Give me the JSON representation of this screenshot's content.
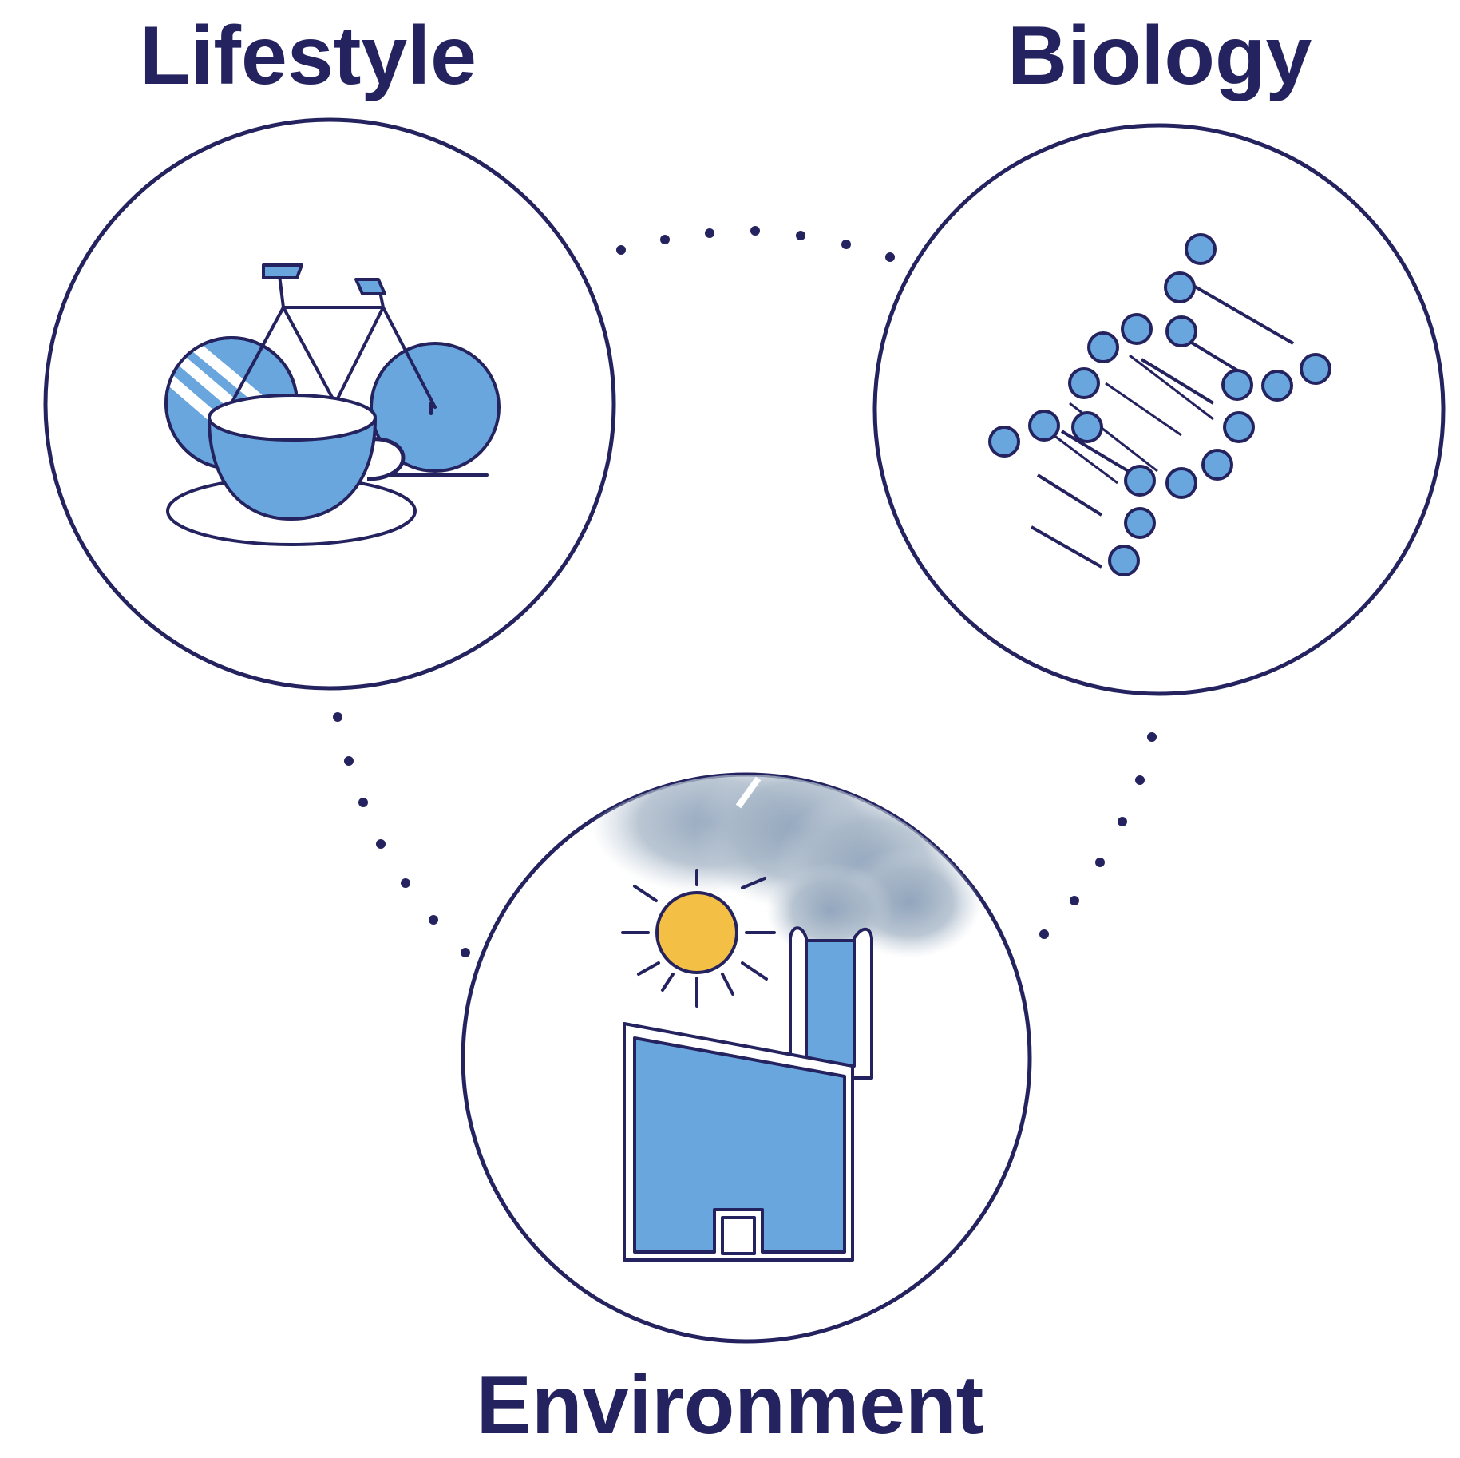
{
  "labels": {
    "lifestyle": "Lifestyle",
    "biology": "Biology",
    "environment": "Environment"
  },
  "icons": {
    "lifestyle": [
      "bicycle-icon",
      "teacup-icon"
    ],
    "biology": [
      "dna-icon"
    ],
    "environment": [
      "factory-icon",
      "sun-icon",
      "smoke-cloud-icon"
    ]
  },
  "colors": {
    "navy": "#24235f",
    "fill_blue": "#69a6de",
    "sun_yellow": "#f3bf45",
    "smoke_gray": "#a9b8c8"
  }
}
